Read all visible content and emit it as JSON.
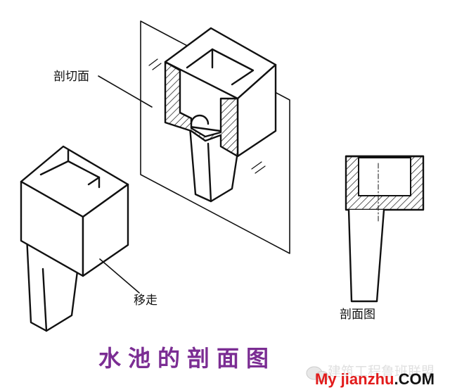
{
  "labels": {
    "section_plane": "剖切面",
    "removed": "移走",
    "section_view": "剖面图"
  },
  "title": "水池的剖面图",
  "watermark": {
    "cn": "建筑工程鲁班联盟",
    "url_prefix": "My jianzhu",
    "url_suffix": ".COM"
  },
  "colors": {
    "title": "#7b2d93",
    "watermark_red": "#e21b1b",
    "watermark_black": "#111111"
  }
}
